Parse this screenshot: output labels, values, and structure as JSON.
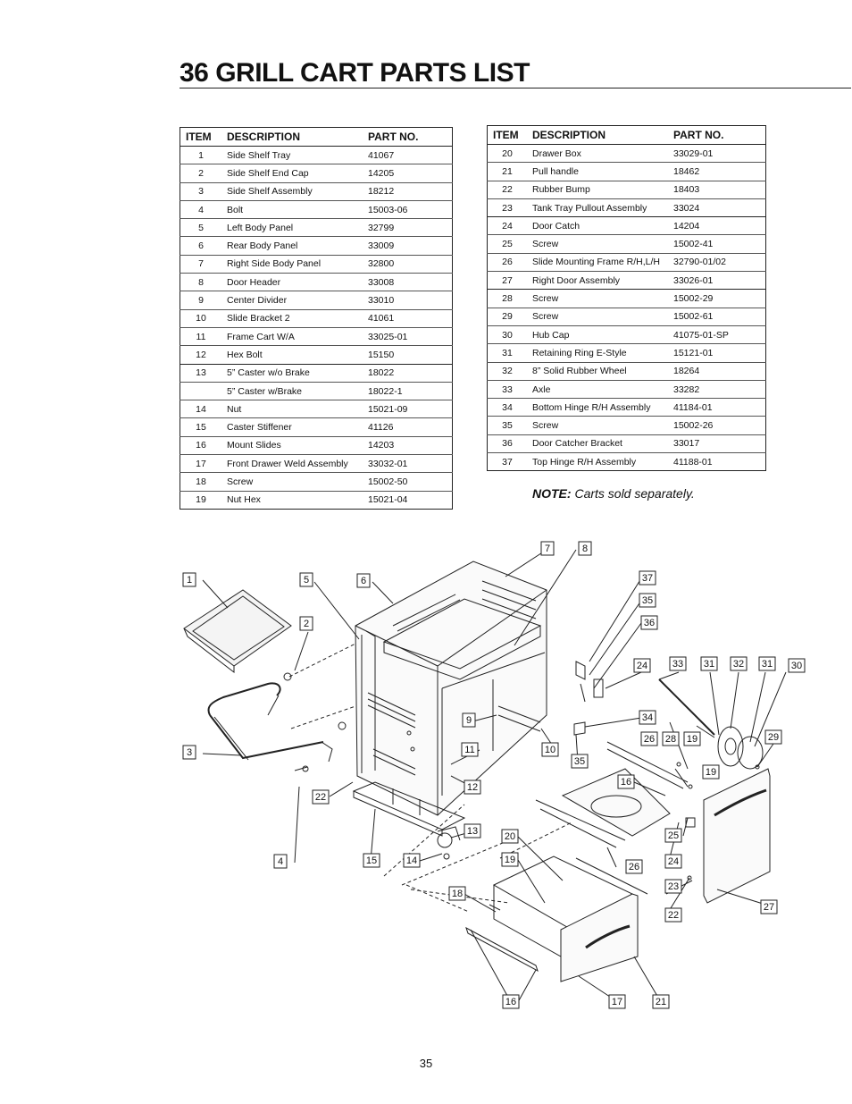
{
  "title": "36 GRILL CART PARTS LIST",
  "headers": {
    "item": "ITEM",
    "description": "DESCRIPTION",
    "part_no": "PART NO."
  },
  "left_table": [
    {
      "item": "1",
      "description": "Side Shelf Tray",
      "part_no": "41067"
    },
    {
      "item": "2",
      "description": "Side Shelf End Cap",
      "part_no": "14205"
    },
    {
      "item": "3",
      "description": "Side Shelf Assembly",
      "part_no": "18212"
    },
    {
      "item": "4",
      "description": "Bolt",
      "part_no": "15003-06"
    },
    {
      "item": "5",
      "description": "Left Body Panel",
      "part_no": "32799"
    },
    {
      "item": "6",
      "description": "Rear Body Panel",
      "part_no": "33009"
    },
    {
      "item": "7",
      "description": "Right Side Body Panel",
      "part_no": "32800"
    },
    {
      "item": "8",
      "description": "Door Header",
      "part_no": "33008"
    },
    {
      "item": "9",
      "description": "Center Divider",
      "part_no": "33010"
    },
    {
      "item": "10",
      "description": "Slide Bracket 2",
      "part_no": "41061"
    },
    {
      "item": "11",
      "description": "Frame Cart W/A",
      "part_no": "33025-01"
    },
    {
      "item": "12",
      "description": "Hex Bolt",
      "part_no": "15150"
    },
    {
      "item": "13",
      "description": "5” Caster w/o Brake",
      "part_no": "18022"
    },
    {
      "item": "",
      "description": "5” Caster w/Brake",
      "part_no": "18022-1"
    },
    {
      "item": "14",
      "description": "Nut",
      "part_no": "15021-09"
    },
    {
      "item": "15",
      "description": "Caster Stiffener",
      "part_no": "41126"
    },
    {
      "item": "16",
      "description": "Mount Slides",
      "part_no": "14203"
    },
    {
      "item": "17",
      "description": "Front Drawer Weld Assembly",
      "part_no": "33032-01"
    },
    {
      "item": "18",
      "description": "Screw",
      "part_no": "15002-50"
    },
    {
      "item": "19",
      "description": "Nut Hex",
      "part_no": "15021-04"
    }
  ],
  "right_table": [
    {
      "item": "20",
      "description": "Drawer Box",
      "part_no": "33029-01"
    },
    {
      "item": "21",
      "description": "Pull handle",
      "part_no": "18462"
    },
    {
      "item": "22",
      "description": "Rubber Bump",
      "part_no": "18403"
    },
    {
      "item": "23",
      "description": "Tank Tray Pullout Assembly",
      "part_no": "33024"
    },
    {
      "item": "24",
      "description": "Door Catch",
      "part_no": "14204"
    },
    {
      "item": "25",
      "description": "Screw",
      "part_no": "15002-41"
    },
    {
      "item": "26",
      "description": "Slide Mounting Frame R/H,L/H",
      "part_no": "32790-01/02"
    },
    {
      "item": "27",
      "description": "Right Door Assembly",
      "part_no": "33026-01"
    },
    {
      "item": "28",
      "description": "Screw",
      "part_no": "15002-29"
    },
    {
      "item": "29",
      "description": "Screw",
      "part_no": "15002-61"
    },
    {
      "item": "30",
      "description": "Hub Cap",
      "part_no": "41075-01-SP"
    },
    {
      "item": "31",
      "description": "Retaining Ring E-Style",
      "part_no": "15121-01"
    },
    {
      "item": "32",
      "description": "8” Solid Rubber Wheel",
      "part_no": "18264"
    },
    {
      "item": "33",
      "description": "Axle",
      "part_no": "33282"
    },
    {
      "item": "34",
      "description": "Bottom Hinge R/H Assembly",
      "part_no": "41184-01"
    },
    {
      "item": "35",
      "description": "Screw",
      "part_no": "15002-26"
    },
    {
      "item": "36",
      "description": "Door Catcher Bracket",
      "part_no": "33017"
    },
    {
      "item": "37",
      "description": "Top Hinge R/H Assembly",
      "part_no": "41188-01"
    }
  ],
  "note": {
    "label": "NOTE:",
    "text": " Carts sold separately."
  },
  "callouts": [
    "1",
    "2",
    "3",
    "4",
    "5",
    "6",
    "7",
    "8",
    "9",
    "10",
    "11",
    "12",
    "13",
    "14",
    "15",
    "16",
    "17",
    "18",
    "19",
    "20",
    "21",
    "22",
    "23",
    "24",
    "25",
    "26",
    "27",
    "28",
    "29",
    "30",
    "31",
    "32",
    "33",
    "34",
    "35",
    "36",
    "37"
  ],
  "page_number": "35"
}
